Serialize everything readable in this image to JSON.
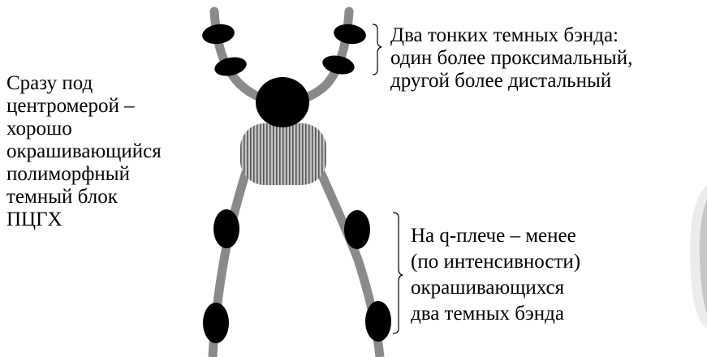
{
  "annotations": {
    "top_right": {
      "lines": [
        "Два тонких темных бэнда:",
        "один более проксимальный,",
        "другой более дистальный"
      ]
    },
    "left": {
      "lines": [
        "Сразу под",
        "центромерой –",
        "хорошо",
        "окрашивающийся",
        "полиморфный",
        "темный блок",
        "ПЦГХ"
      ]
    },
    "bottom_right": {
      "lines": [
        "На q-плече – менее",
        "(по интенсивности)",
        "окрашивающихся",
        "два темных бэнда"
      ]
    }
  },
  "colors": {
    "arm": "#8a8a8a",
    "band": "#000000",
    "block_fill": "#b8b8b8",
    "block_stripe": "#555555",
    "text": "#000000"
  }
}
